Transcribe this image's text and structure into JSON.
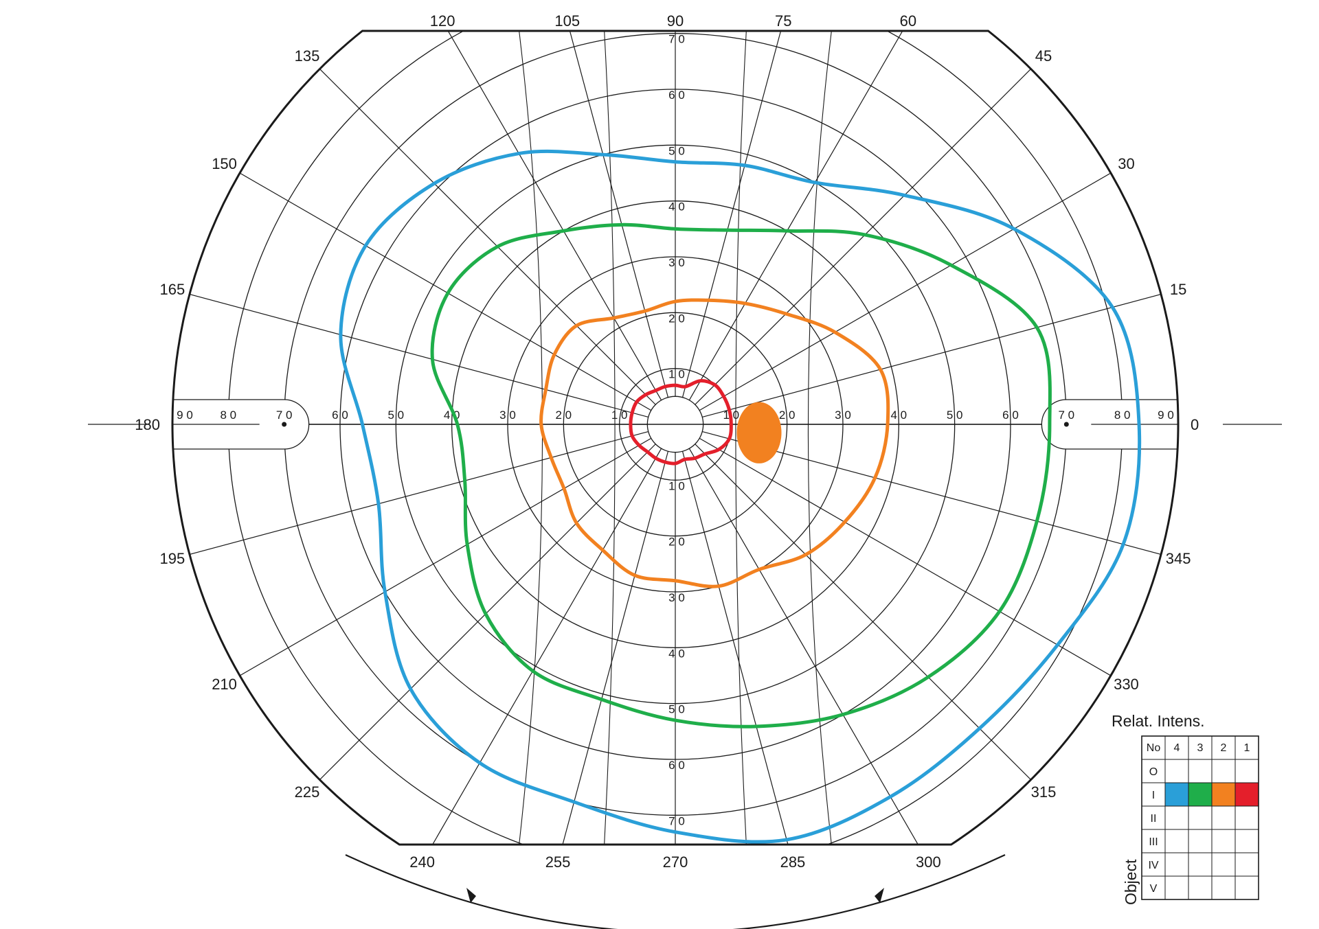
{
  "chart_data": {
    "type": "polar",
    "description_of_axes": "Goldmann perimetry chart: radial meridians every 15 degrees, concentric eccentricity rings every 10 degrees",
    "meridians_deg": [
      0,
      15,
      30,
      45,
      60,
      75,
      90,
      105,
      120,
      135,
      150,
      165,
      180,
      195,
      210,
      225,
      240,
      255,
      270,
      285,
      300,
      315,
      330,
      345
    ],
    "meridian_labels": [
      "0",
      "15",
      "30",
      "45",
      "60",
      "75",
      "90",
      "105",
      "120",
      "135",
      "150",
      "165",
      "180",
      "195",
      "210",
      "225",
      "240",
      "255",
      "270",
      "285",
      "300",
      "315",
      "330",
      "345"
    ],
    "rings_deg": [
      10,
      20,
      30,
      40,
      50,
      60,
      70,
      80,
      90
    ],
    "vertical_ring_labels": [
      "7 0",
      "6 0",
      "5 0",
      "4 0",
      "3 0",
      "2 0",
      "1 0",
      "1 0",
      "2 0",
      "3 0",
      "4 0",
      "5 0",
      "6 0",
      "7 0"
    ],
    "horizontal_ring_labels": [
      "9 0",
      "8 0",
      "7 0",
      "6 0",
      "5 0",
      "4 0",
      "3 0",
      "2 0",
      "1 0",
      "1 0",
      "2 0",
      "3 0",
      "4 0",
      "5 0",
      "6 0",
      "7 0",
      "8 0",
      "9 0"
    ],
    "series": [
      {
        "name": "I4",
        "color": "#2a9fd8",
        "points": [
          [
            0,
            83
          ],
          [
            15,
            81
          ],
          [
            30,
            70
          ],
          [
            45,
            58
          ],
          [
            60,
            50
          ],
          [
            75,
            48
          ],
          [
            90,
            47
          ],
          [
            105,
            50
          ],
          [
            120,
            56
          ],
          [
            135,
            61
          ],
          [
            150,
            64
          ],
          [
            165,
            62
          ],
          [
            180,
            56
          ],
          [
            195,
            55
          ],
          [
            210,
            60
          ],
          [
            225,
            67
          ],
          [
            240,
            70
          ],
          [
            255,
            70
          ],
          [
            270,
            73
          ],
          [
            285,
            77
          ],
          [
            300,
            77
          ],
          [
            315,
            77
          ],
          [
            330,
            79
          ],
          [
            345,
            83
          ]
        ]
      },
      {
        "name": "I3",
        "color": "#1fae4a",
        "points": [
          [
            0,
            67
          ],
          [
            15,
            67
          ],
          [
            30,
            57
          ],
          [
            45,
            48
          ],
          [
            60,
            40
          ],
          [
            75,
            36
          ],
          [
            90,
            35
          ],
          [
            105,
            37
          ],
          [
            120,
            40
          ],
          [
            135,
            45
          ],
          [
            150,
            47
          ],
          [
            165,
            45
          ],
          [
            180,
            39
          ],
          [
            195,
            39
          ],
          [
            210,
            43
          ],
          [
            225,
            48
          ],
          [
            240,
            51
          ],
          [
            255,
            51
          ],
          [
            270,
            53
          ],
          [
            285,
            56
          ],
          [
            300,
            60
          ],
          [
            315,
            64
          ],
          [
            330,
            67
          ],
          [
            345,
            67
          ]
        ]
      },
      {
        "name": "I2",
        "color": "#f28120",
        "points": [
          [
            0,
            38
          ],
          [
            15,
            38
          ],
          [
            30,
            33
          ],
          [
            45,
            28
          ],
          [
            60,
            25
          ],
          [
            75,
            23
          ],
          [
            90,
            22
          ],
          [
            105,
            21
          ],
          [
            120,
            22
          ],
          [
            135,
            25
          ],
          [
            150,
            25
          ],
          [
            165,
            24
          ],
          [
            180,
            24
          ],
          [
            195,
            23
          ],
          [
            210,
            23
          ],
          [
            225,
            25
          ],
          [
            240,
            26
          ],
          [
            255,
            28
          ],
          [
            270,
            28
          ],
          [
            285,
            30
          ],
          [
            300,
            30
          ],
          [
            315,
            33
          ],
          [
            330,
            35
          ],
          [
            345,
            37
          ]
        ]
      },
      {
        "name": "I1",
        "color": "#e41f2b",
        "points": [
          [
            0,
            10
          ],
          [
            15,
            10
          ],
          [
            30,
            10
          ],
          [
            45,
            10
          ],
          [
            60,
            9
          ],
          [
            75,
            7
          ],
          [
            90,
            7
          ],
          [
            105,
            7
          ],
          [
            120,
            7
          ],
          [
            135,
            7.5
          ],
          [
            150,
            8
          ],
          [
            165,
            8
          ],
          [
            180,
            8
          ],
          [
            195,
            8
          ],
          [
            210,
            7.5
          ],
          [
            225,
            7
          ],
          [
            240,
            7
          ],
          [
            255,
            7
          ],
          [
            270,
            7
          ],
          [
            285,
            6.5
          ],
          [
            300,
            7
          ],
          [
            315,
            7.5
          ],
          [
            330,
            9
          ],
          [
            345,
            10
          ]
        ]
      }
    ],
    "blind_spot": {
      "center_x_deg": 15,
      "center_y_deg": -1.5,
      "radius_x_deg": 4,
      "radius_y_deg": 5.5,
      "color": "#f28120"
    },
    "legend": {
      "title": "Relat. Intens.",
      "object_label": "Object",
      "number_label": "No",
      "intensity_columns": [
        "4",
        "3",
        "2",
        "1"
      ],
      "object_rows": [
        "O",
        "I",
        "II",
        "III",
        "IV",
        "V"
      ],
      "filled_row": "I",
      "fill_colors": [
        "#2a9fd8",
        "#1fae4a",
        "#f28120",
        "#e41f2b"
      ]
    }
  }
}
